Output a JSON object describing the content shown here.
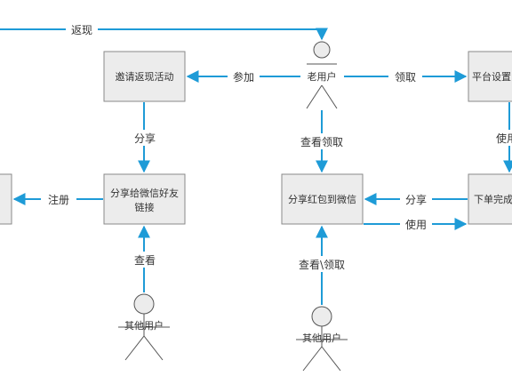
{
  "nodes": {
    "invite_activity": "邀请返现活动",
    "share_wechat_friend": "分享给微信好友",
    "share_wechat_friend_line2": "链接",
    "platform_settings": "平台设置",
    "share_redpacket": "分享红包到微信",
    "place_order": "下单完成"
  },
  "actors": {
    "old_user": "老用户",
    "other_user_left": "其他用户",
    "other_user_right": "其他用户"
  },
  "edge_labels": {
    "cashback": "返现",
    "join": "参加",
    "claim": "领取",
    "share_top": "分享",
    "use_top": "使用",
    "register": "注册",
    "view_claim": "查看领取",
    "share_mid": "分享",
    "use_mid": "使用",
    "view": "查看",
    "view_or_claim": "查看\\领取"
  },
  "colors": {
    "arrow": "#1e9bd7",
    "box_fill": "#ececec",
    "box_border": "#8a8a8a"
  }
}
